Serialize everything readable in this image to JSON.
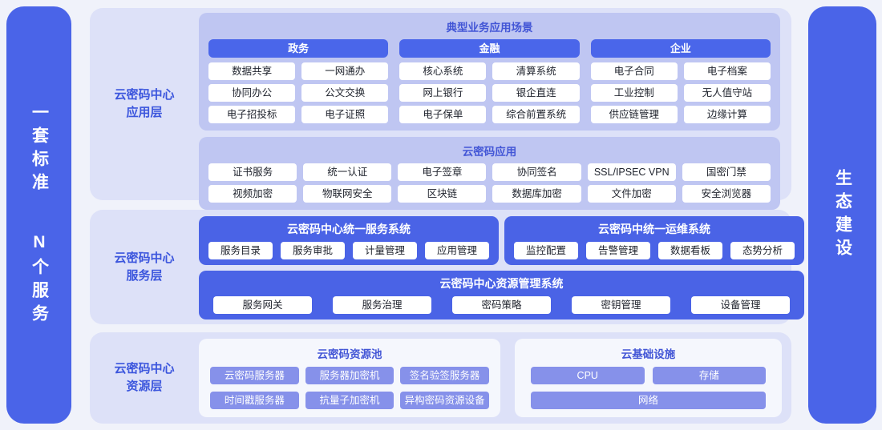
{
  "colors": {
    "accent_blue": "#4a64e8",
    "service_box_blue": "#4a63e6",
    "section_purple": "#bfc6f2",
    "layer_bg": "#dde1f8",
    "page_bg": "#f0f2fa",
    "resource_chip_purple": "#8691ea",
    "title_blue": "#4356d6"
  },
  "left_pillar": {
    "line1": "一套标准",
    "line2": "N个服务"
  },
  "right_pillar": {
    "text": "生态建设"
  },
  "layers": {
    "app": {
      "label_line1": "云密码中心",
      "label_line2": "应用层",
      "scenarios": {
        "title": "典型业务应用场景",
        "columns": [
          {
            "header": "政务",
            "items": [
              "数据共享",
              "一网通办",
              "协同办公",
              "公文交换",
              "电子招投标",
              "电子证照"
            ]
          },
          {
            "header": "金融",
            "items": [
              "核心系统",
              "清算系统",
              "网上银行",
              "银企直连",
              "电子保单",
              "综合前置系统"
            ]
          },
          {
            "header": "企业",
            "items": [
              "电子合同",
              "电子档案",
              "工业控制",
              "无人值守站",
              "供应链管理",
              "边缘计算"
            ]
          }
        ]
      },
      "apps": {
        "title": "云密码应用",
        "items": [
          "证书服务",
          "统一认证",
          "电子签章",
          "协同签名",
          "SSL/IPSEC VPN",
          "国密门禁",
          "视频加密",
          "物联网安全",
          "区块链",
          "数据库加密",
          "文件加密",
          "安全浏览器"
        ]
      }
    },
    "service": {
      "label_line1": "云密码中心",
      "label_line2": "服务层",
      "unified_service": {
        "title": "云密码中心统一服务系统",
        "items": [
          "服务目录",
          "服务审批",
          "计量管理",
          "应用管理"
        ]
      },
      "unified_ops": {
        "title": "云密码中统一运维系统",
        "items": [
          "监控配置",
          "告警管理",
          "数据看板",
          "态势分析"
        ]
      },
      "resource_mgmt": {
        "title": "云密码中心资源管理系统",
        "items": [
          "服务网关",
          "服务治理",
          "密码策略",
          "密钥管理",
          "设备管理"
        ]
      }
    },
    "resource": {
      "label_line1": "云密码中心",
      "label_line2": "资源层",
      "pool": {
        "title": "云密码资源池",
        "items": [
          "云密码服务器",
          "服务器加密机",
          "签名验签服务器",
          "时间戳服务器",
          "抗量子加密机",
          "异构密码资源设备"
        ]
      },
      "infra": {
        "title": "云基础设施",
        "items": [
          "CPU",
          "存储",
          "网络"
        ]
      }
    }
  }
}
